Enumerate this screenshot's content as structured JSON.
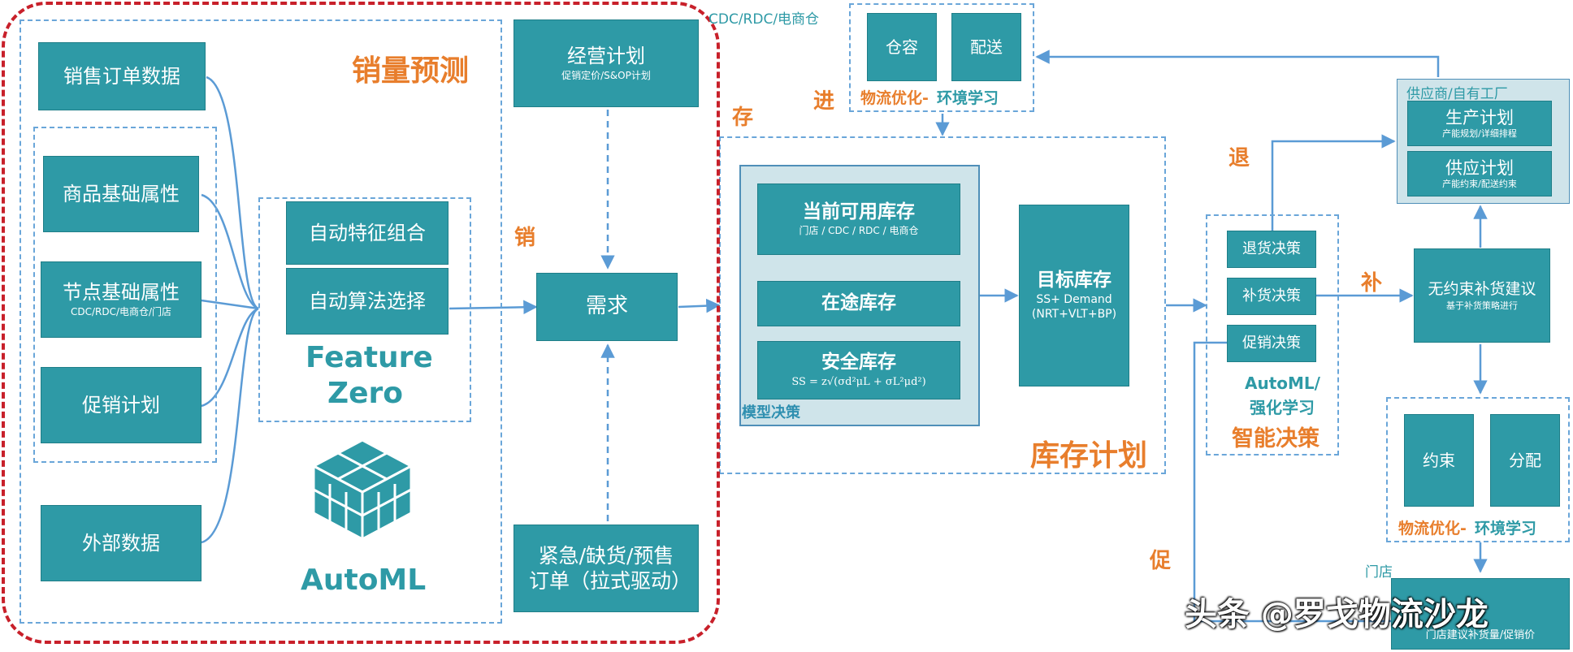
{
  "colors": {
    "box_fill": "#2e9aa6",
    "accent_orange": "#e87e2c",
    "boundary_red": "#c8202a",
    "connector_blue": "#5b9bd5",
    "panel_fill": "#cfe4ea"
  },
  "forecast": {
    "title": "销量预测",
    "inputs": {
      "sales_orders": "销售订单数据",
      "product_attrs": "商品基础属性",
      "node_attrs": "节点基础属性",
      "node_attrs_sub": "CDC/RDC/电商仓/门店",
      "promo_plan": "促销计划",
      "external_data": "外部数据"
    },
    "auto_feature": "自动特征组合",
    "auto_algo": "自动算法选择",
    "feature_zero_line1": "Feature",
    "feature_zero_line2": "Zero",
    "automl_logo": "automl-cube-icon",
    "automl_label": "AutoML"
  },
  "ops_plan": {
    "title": "经营计划",
    "sub": "促销定价/S&OP计划"
  },
  "demand": "需求",
  "urgent_orders": "紧急/缺货/预售订单（拉式驱动）",
  "flow_labels": {
    "sell": "销",
    "stock": "存",
    "inbound": "进",
    "return": "退",
    "replenish": "补",
    "promote": "促"
  },
  "inventory": {
    "title": "库存计划",
    "model_label": "模型决策",
    "available": "当前可用库存",
    "available_sub": "门店 / CDC / RDC / 电商仓",
    "in_transit": "在途库存",
    "safety": "安全库存",
    "safety_formula": "SS = z√(σd²μL + σL²μd²)",
    "target": "目标库存",
    "target_sub": "SS+ Demand (NRT+VLT+BP)"
  },
  "logistics_top": {
    "cdc_label": "CDC/RDC/电商仓",
    "warehouse_capacity": "仓容",
    "delivery": "配送",
    "caption_a": "物流优化-",
    "caption_b": "环境学习"
  },
  "decision": {
    "return_decision": "退货决策",
    "replenish_decision": "补货决策",
    "promo_decision": "促销决策",
    "automl_rl_line1": "AutoML/",
    "automl_rl_line2": "强化学习",
    "title": "智能决策"
  },
  "supplier": {
    "label": "供应商/自有工厂",
    "production": "生产计划",
    "production_sub": "产能规划/详细排程",
    "supply": "供应计划",
    "supply_sub": "产能约束/配送约束"
  },
  "replenish_suggest": {
    "title": "无约束补货建议",
    "sub": "基于补货策略进行"
  },
  "logistics_bottom": {
    "constraint": "约束",
    "allocation": "分配",
    "caption_a": "物流优化-",
    "caption_b": "环境学习"
  },
  "store": {
    "label": "门店",
    "sub": "门店建议补货量/促销价"
  },
  "watermark": "头条 @罗戈物流沙龙"
}
